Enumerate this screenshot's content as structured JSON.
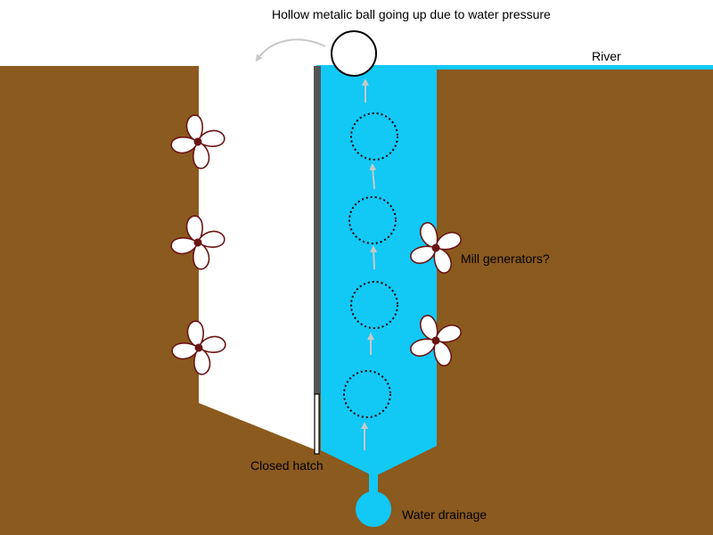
{
  "labels": {
    "title": "Hollow metalic ball going up due to water pressure",
    "river": "River",
    "mill": "Mill generators?",
    "hatch": "Closed hatch",
    "drainage": "Water drainage"
  },
  "colors": {
    "ground": "#8B5A1E",
    "water": "#12C8F5",
    "wall": "#555555",
    "propeller": "#6B1414",
    "arrow": "#C8C8C8",
    "background": "#FFFFFF"
  },
  "icons": {
    "propeller": "four-blade-propeller-icon",
    "ball": "hollow-ball-icon",
    "arrow": "up-arrow-icon"
  }
}
